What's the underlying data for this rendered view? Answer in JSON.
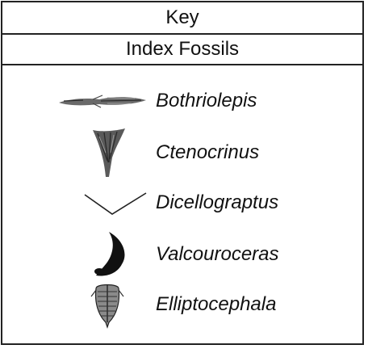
{
  "key": {
    "title": "Key",
    "subtitle": "Index Fossils",
    "fossils": [
      {
        "name": "Bothriolepis",
        "icon": "bothriolepis-icon"
      },
      {
        "name": "Ctenocrinus",
        "icon": "ctenocrinus-icon"
      },
      {
        "name": "Dicellograptus",
        "icon": "dicellograptus-icon"
      },
      {
        "name": "Valcouroceras",
        "icon": "valcouroceras-icon"
      },
      {
        "name": "Elliptocephala",
        "icon": "elliptocephala-icon"
      }
    ]
  }
}
